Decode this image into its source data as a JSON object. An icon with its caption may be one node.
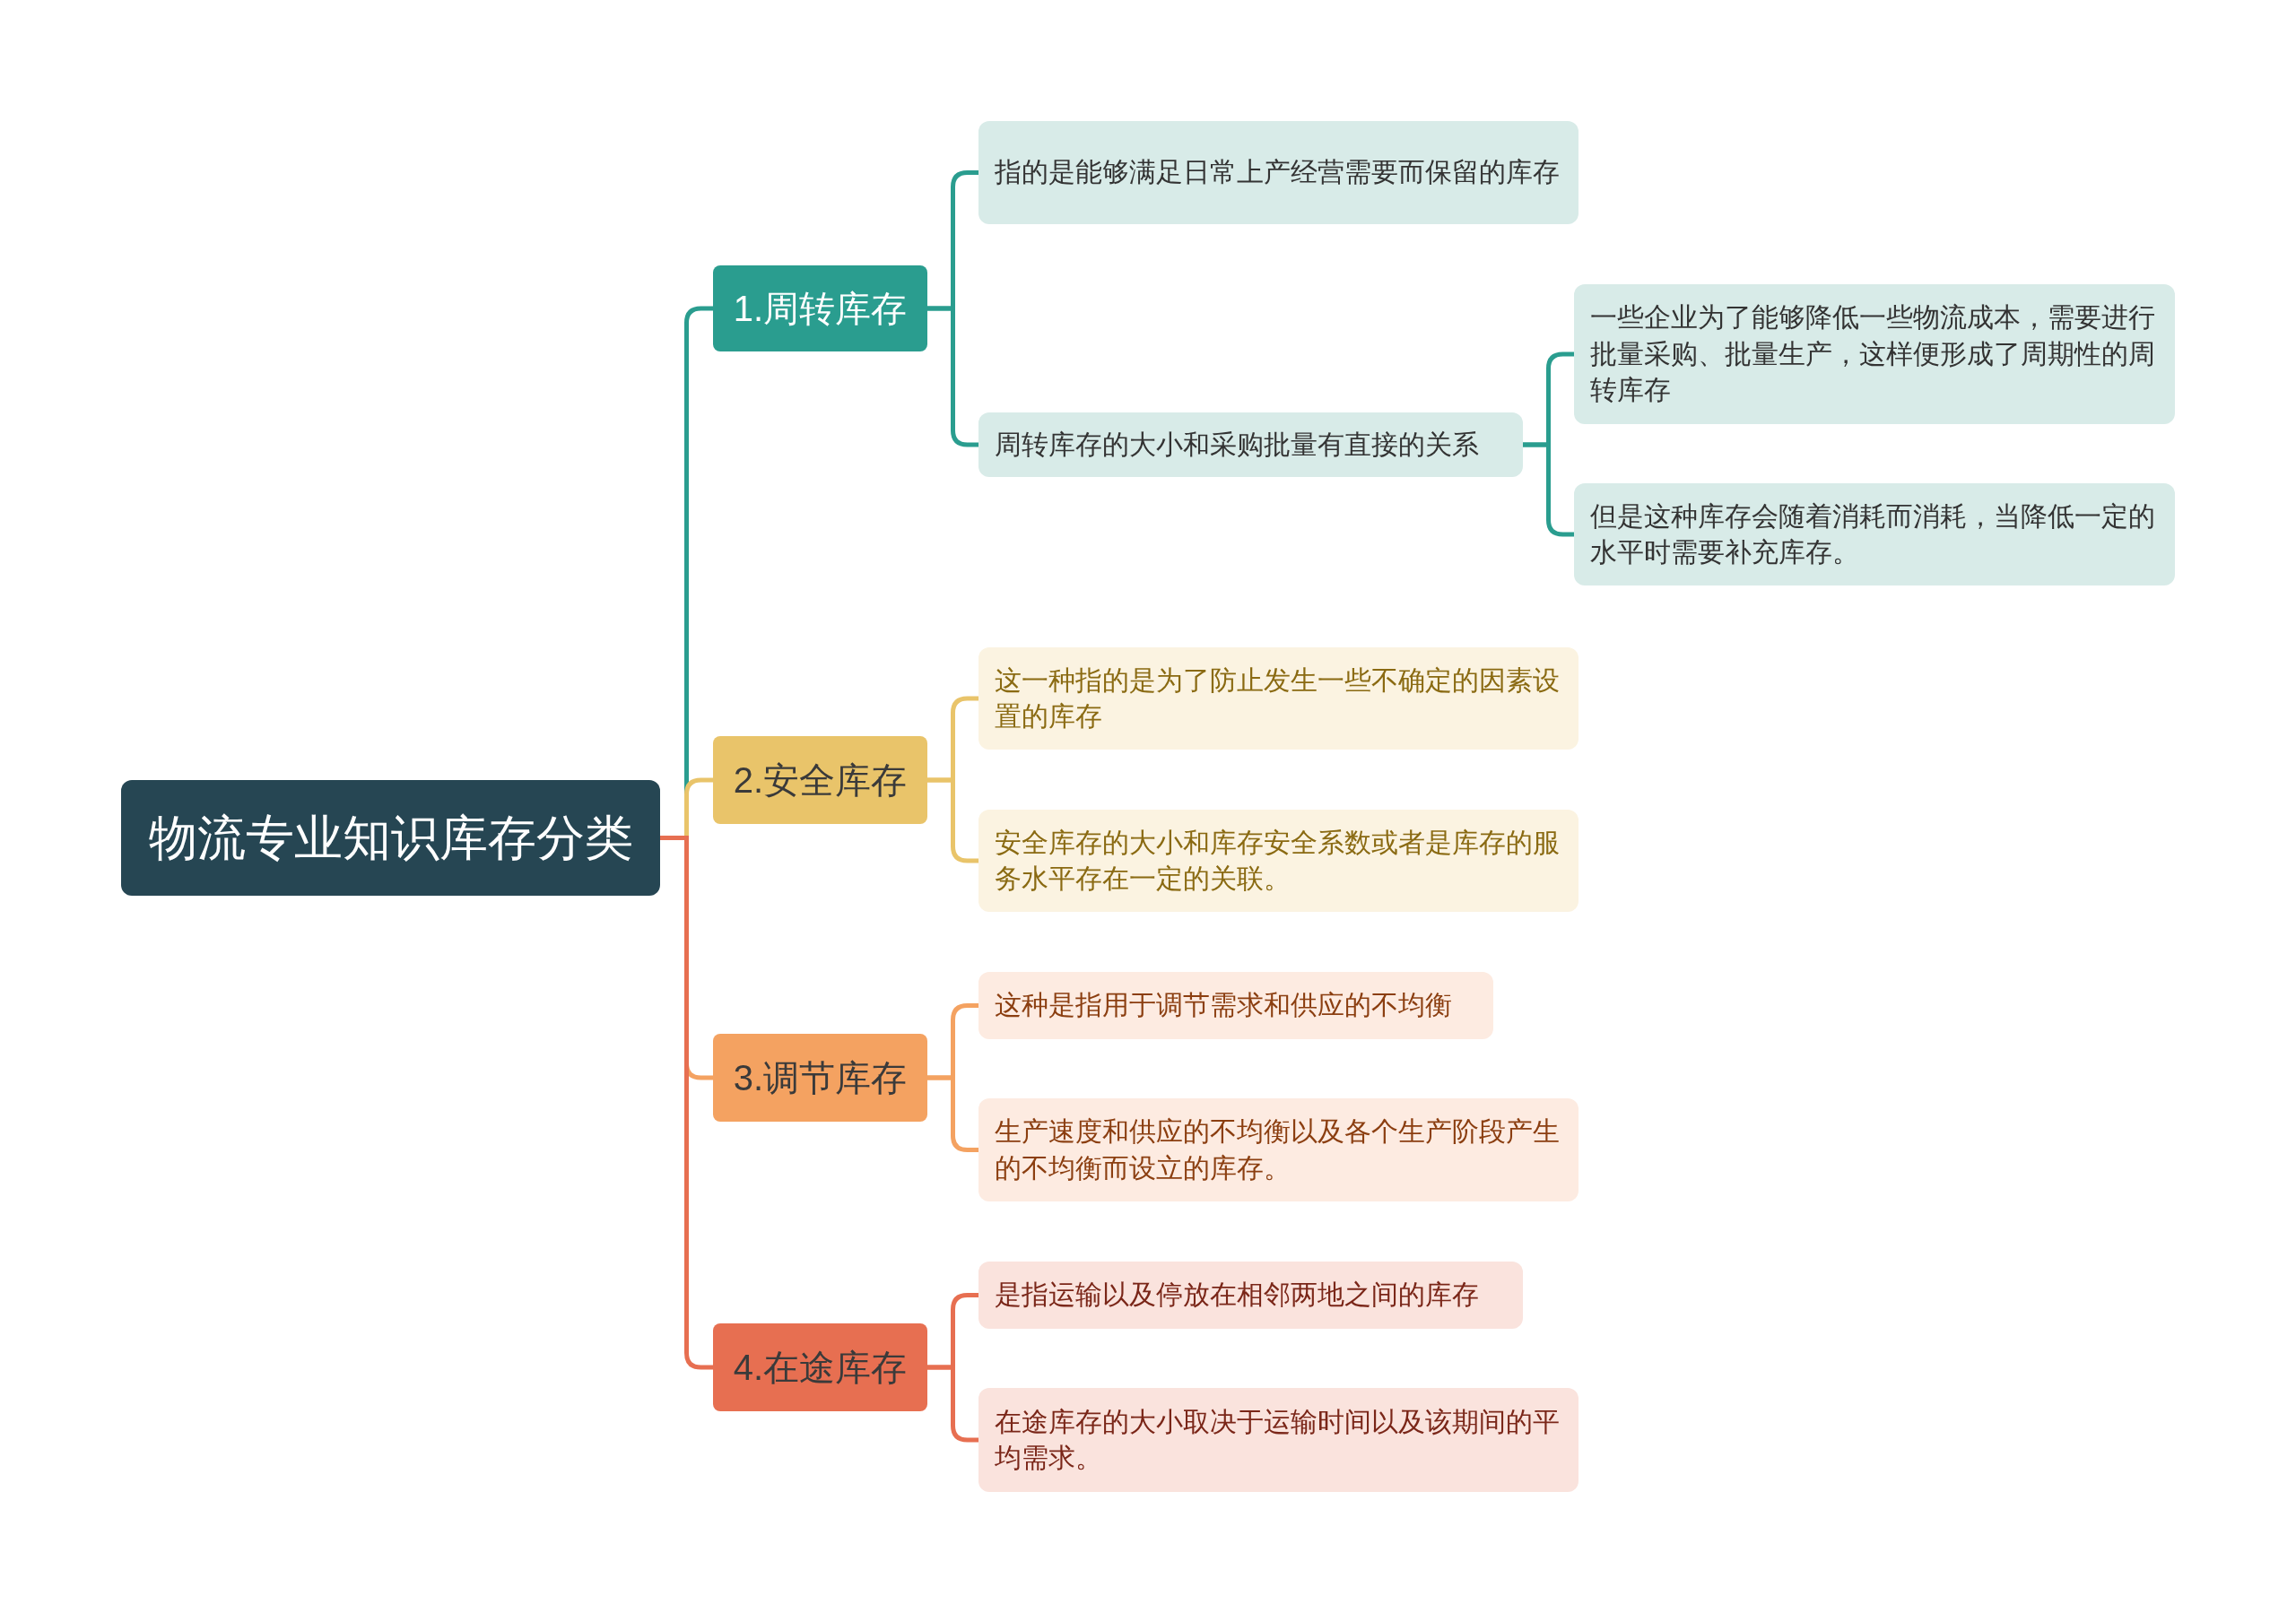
{
  "diagram": {
    "nodes": [
      {
        "text": [
          "物流专业知识库存分类"
        ]
      },
      {
        "text": [
          "1.周转库存"
        ]
      },
      {
        "text": [
          "指的是能够满足日常上产经营需要而保留的库存"
        ]
      },
      {
        "text": [
          "周转库存的大小和采购批量有直接的关系"
        ]
      },
      {
        "text": [
          "一些企业为了能够降低一些物流成本，需要进行批量采购、批量生产，这样便形成了周期性的周转库存"
        ]
      },
      {
        "text": [
          "但是这种库存会随着消耗而消耗，当降低一定的水平时需要补充库存。"
        ]
      },
      {
        "text": [
          "2.安全库存"
        ]
      },
      {
        "text": [
          "这一种指的是为了防止发生一些不确定的因素设置的库存"
        ]
      },
      {
        "text": [
          "安全库存的大小和库存安全系数或者是库存的服务水平存在一定的关联。"
        ]
      },
      {
        "text": [
          "3.调节库存"
        ]
      },
      {
        "text": [
          "这种是指用于调节需求和供应的不均衡"
        ]
      },
      {
        "text": [
          "生产速度和供应的不均衡以及各个生产阶段产生的不均衡而设立的库存。"
        ]
      },
      {
        "text": [
          "4.在途库存"
        ]
      },
      {
        "text": [
          "是指运输以及停放在相邻两地之间的库存"
        ]
      },
      {
        "text": [
          "在途库存的大小取决于运输时间以及该期间的平均需求。"
        ]
      }
    ],
    "edges": [
      {
        "from": 0,
        "to": 1,
        "arrow": "none",
        "color": "#2a9d8f"
      },
      {
        "from": 1,
        "to": 2,
        "arrow": "none",
        "color": "#2a9d8f"
      },
      {
        "from": 1,
        "to": 3,
        "arrow": "none",
        "color": "#2a9d8f"
      },
      {
        "from": 3,
        "to": 4,
        "arrow": "none",
        "color": "#2a9d8f"
      },
      {
        "from": 3,
        "to": 5,
        "arrow": "none",
        "color": "#2a9d8f"
      },
      {
        "from": 0,
        "to": 6,
        "arrow": "none",
        "color": "#e9c46a"
      },
      {
        "from": 6,
        "to": 7,
        "arrow": "none",
        "color": "#e9c46a"
      },
      {
        "from": 6,
        "to": 8,
        "arrow": "none",
        "color": "#e9c46a"
      },
      {
        "from": 0,
        "to": 9,
        "arrow": "none",
        "color": "#f4a261"
      },
      {
        "from": 9,
        "to": 10,
        "arrow": "none",
        "color": "#f4a261"
      },
      {
        "from": 9,
        "to": 11,
        "arrow": "none",
        "color": "#f4a261"
      },
      {
        "from": 0,
        "to": 12,
        "arrow": "none",
        "color": "#e76f51"
      },
      {
        "from": 12,
        "to": 13,
        "arrow": "none",
        "color": "#e76f51"
      },
      {
        "from": 12,
        "to": 14,
        "arrow": "none",
        "color": "#e76f51"
      }
    ]
  }
}
